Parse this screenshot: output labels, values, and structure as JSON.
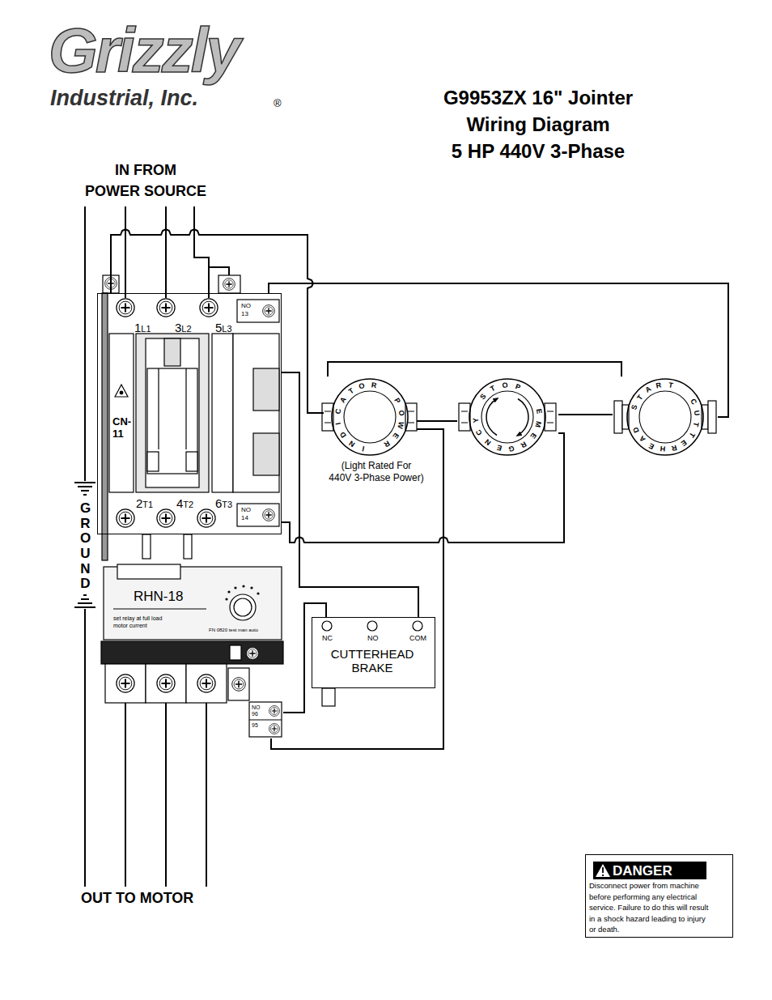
{
  "diagram": {
    "title": "G9953ZX 16\" Jointer Wiring Diagram 5 HP 440V 3-Phase",
    "nodes": [
      {
        "text": [
          "CN- 11",
          "1L1",
          "3L2",
          "5L3",
          "NO 13",
          "2T1",
          "4T2",
          "6T3",
          "NO 14"
        ]
      },
      {
        "text": [
          "POWER INDICATOR"
        ]
      },
      {
        "text": [
          "EMERGENCY STOP"
        ]
      },
      {
        "text": [
          "CUTTERHEAD START"
        ]
      },
      {
        "text": [
          "RHN-18",
          "set relay at full load motor current",
          "FN 0820 test man auto",
          "NO 96",
          "95"
        ]
      },
      {
        "text": [
          "NC",
          "NO",
          "COM",
          "CUTTERHEAD BRAKE"
        ]
      },
      {
        "text": [
          "DANGER",
          "Disconnect power from machine before performing any electrical service. Failure to do this will result in a shock hazard leading to injury or death."
        ]
      }
    ],
    "edges": [
      {
        "from": 0,
        "to": 1,
        "arrow": "none"
      },
      {
        "from": 1,
        "to": 3,
        "arrow": "none"
      },
      {
        "from": 0,
        "to": 3,
        "arrow": "none"
      },
      {
        "from": 1,
        "to": 2,
        "arrow": "none"
      },
      {
        "from": 2,
        "to": 3,
        "arrow": "none"
      },
      {
        "from": 0,
        "to": 2,
        "arrow": "none"
      },
      {
        "from": 0,
        "to": 5,
        "arrow": "none"
      },
      {
        "from": 4,
        "to": 5,
        "arrow": "none"
      },
      {
        "from": 4,
        "to": 1,
        "arrow": "none"
      }
    ],
    "labels": [
      "Grizzly",
      "Industrial, Inc.",
      "®",
      "IN FROM POWER SOURCE",
      "GROUND",
      "(Light Rated For 440V 3-Phase Power)",
      "OUT TO MOTOR"
    ]
  }
}
